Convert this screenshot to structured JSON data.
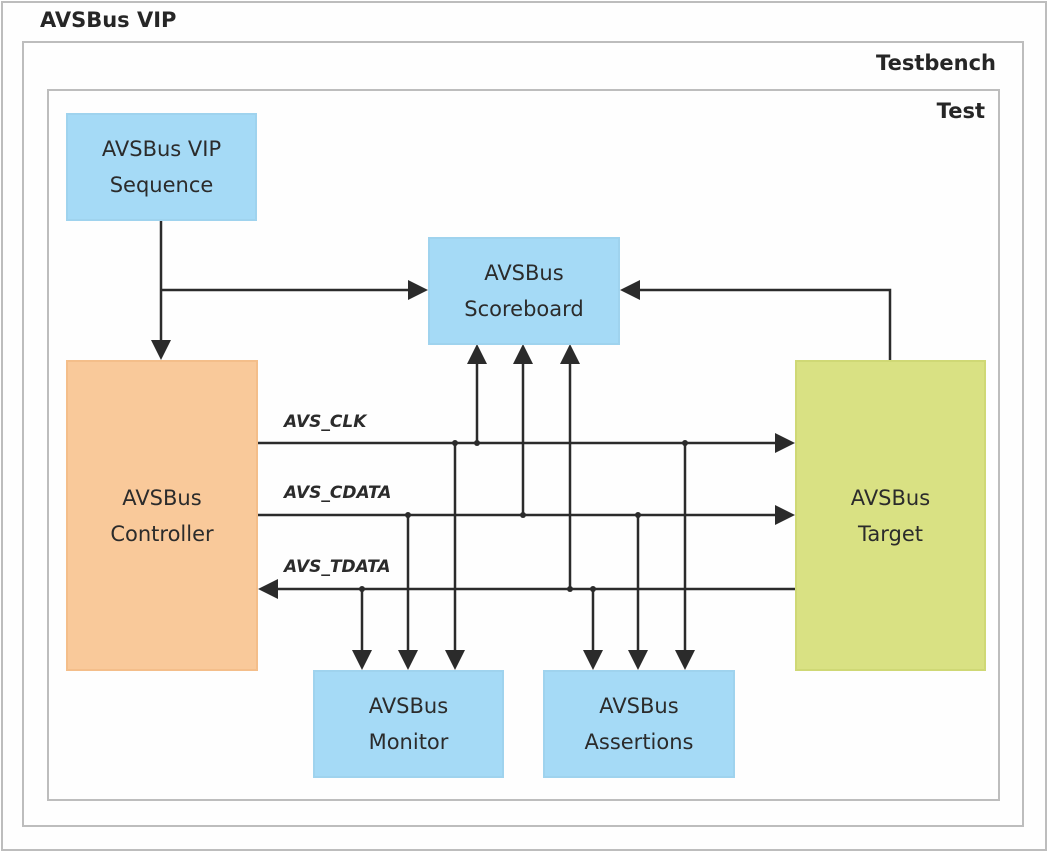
{
  "diagram": {
    "title": "AVSBus VIP",
    "containers": {
      "testbench": "Testbench",
      "test": "Test"
    },
    "blocks": {
      "sequence": [
        "AVSBus VIP",
        "Sequence"
      ],
      "scoreboard": [
        "AVSBus",
        "Scoreboard"
      ],
      "controller": [
        "AVSBus",
        "Controller"
      ],
      "target": [
        "AVSBus",
        "Target"
      ],
      "monitor": [
        "AVSBus",
        "Monitor"
      ],
      "assertions": [
        "AVSBus",
        "Assertions"
      ]
    },
    "signals": {
      "clk": "AVS_CLK",
      "cdata": "AVS_CDATA",
      "tdata": "AVS_TDATA"
    },
    "colors": {
      "agent_block": "#a5daf6",
      "controller": "#f9c99a",
      "target": "#d9e183",
      "wire": "#2b2b2b",
      "frame": "#bdbdbd"
    },
    "connections": [
      {
        "from": "sequence",
        "to": "controller"
      },
      {
        "from": "sequence",
        "to": "scoreboard"
      },
      {
        "from": "target",
        "to": "scoreboard"
      },
      {
        "from": "controller",
        "to": "target",
        "signal": "AVS_CLK"
      },
      {
        "from": "controller",
        "to": "target",
        "signal": "AVS_CDATA"
      },
      {
        "from": "target",
        "to": "controller",
        "signal": "AVS_TDATA"
      },
      {
        "from": "AVS_CLK",
        "to": "scoreboard"
      },
      {
        "from": "AVS_CDATA",
        "to": "scoreboard"
      },
      {
        "from": "AVS_TDATA",
        "to": "scoreboard"
      },
      {
        "from": "AVS_TDATA",
        "to": "monitor"
      },
      {
        "from": "AVS_CDATA",
        "to": "monitor"
      },
      {
        "from": "AVS_CLK",
        "to": "monitor"
      },
      {
        "from": "AVS_TDATA",
        "to": "assertions"
      },
      {
        "from": "AVS_CDATA",
        "to": "assertions"
      },
      {
        "from": "AVS_CLK",
        "to": "assertions"
      }
    ]
  }
}
